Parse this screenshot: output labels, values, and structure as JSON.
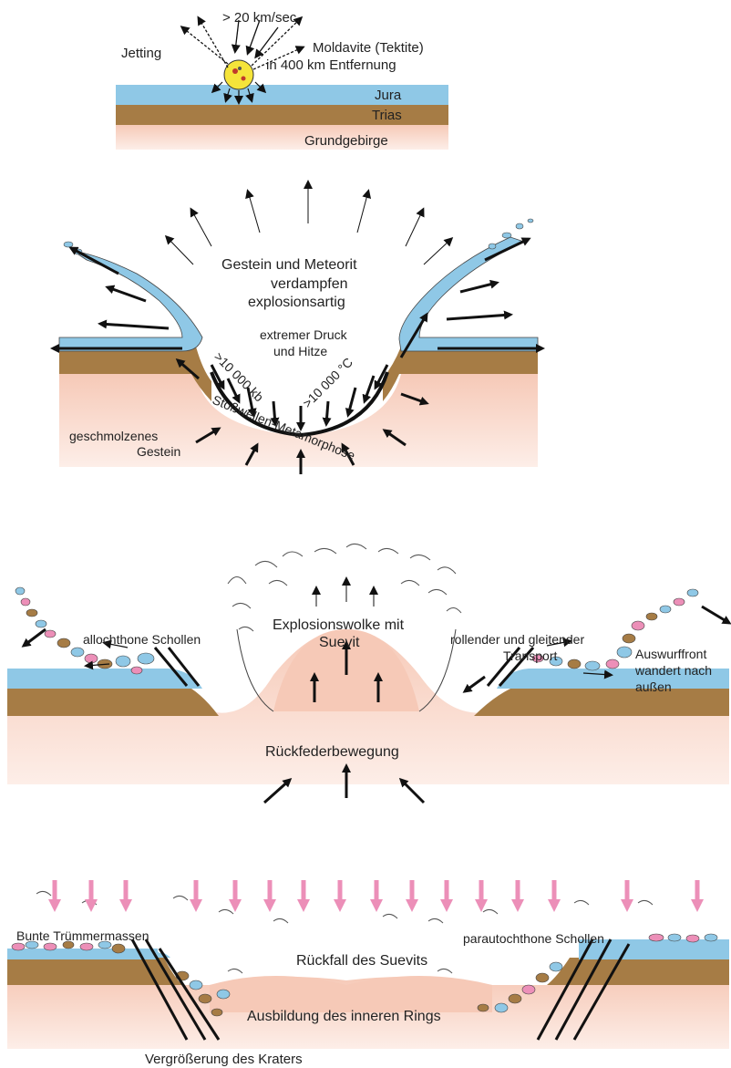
{
  "panel1": {
    "speed": "> 20 km/sec.",
    "jetting": "Jetting",
    "moldavite_line1": "Moldavite (Tektite)",
    "moldavite_line2": "in 400 km Entfernung",
    "jura": "Jura",
    "trias": "Trias",
    "grundgebirge": "Grundgebirge"
  },
  "panel2": {
    "vaporize_line1": "Gestein und Meteorit",
    "vaporize_line2": "verdampfen",
    "vaporize_line3": "explosionsartig",
    "pressure_line1": "extremer Druck",
    "pressure_line2": "und Hitze",
    "pressure_value": ">10 000 kb",
    "temp_value": ">10 000 °C",
    "metamorphose": "Stoßwellen-Metamorphose",
    "molten_line1": "geschmolzenes",
    "molten_line2": "Gestein"
  },
  "panel3": {
    "cloud_line1": "Explosionswolke mit",
    "cloud_line2": "Suevit",
    "allochthone": "allochthone Schollen",
    "transport_line1": "rollender und gleitender",
    "transport_line2": "Transport",
    "front_line1": "Auswurffront",
    "front_line2": "wandert nach",
    "front_line3": "außen",
    "rebound": "Rückfederbewegung"
  },
  "panel4": {
    "bunte": "Bunte Trümmermassen",
    "parautochthone": "parautochthone Schollen",
    "fallback": "Rückfall des Suevits",
    "inner_ring": "Ausbildung des inneren Rings",
    "enlargement": "Vergrößerung des Kraters"
  },
  "colors": {
    "jura": "#8fc8e6",
    "trias": "#a67c45",
    "basement": "#f6c9b7",
    "pink_arrow": "#ec8fb8",
    "meteor": "#f5e43a"
  }
}
